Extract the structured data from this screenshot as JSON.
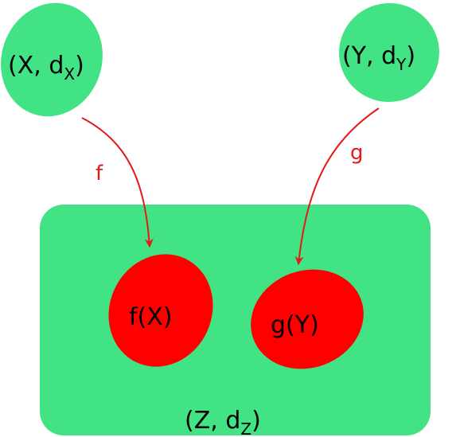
{
  "diagram": {
    "colors": {
      "space_fill": "#41e384",
      "image_fill": "#ff0000",
      "arrow": "#e41a1a",
      "text": "#000000"
    },
    "space_x": {
      "open": "(X, d",
      "sub": "X",
      "close": ")"
    },
    "space_y": {
      "open": "(Y, d",
      "sub": "Y",
      "close": ")"
    },
    "space_z": {
      "open": "(Z, d",
      "sub": "Z",
      "close": ")"
    },
    "image_fx": "f(X)",
    "image_gy": "g(Y)",
    "map_f": "f",
    "map_g": "g"
  }
}
